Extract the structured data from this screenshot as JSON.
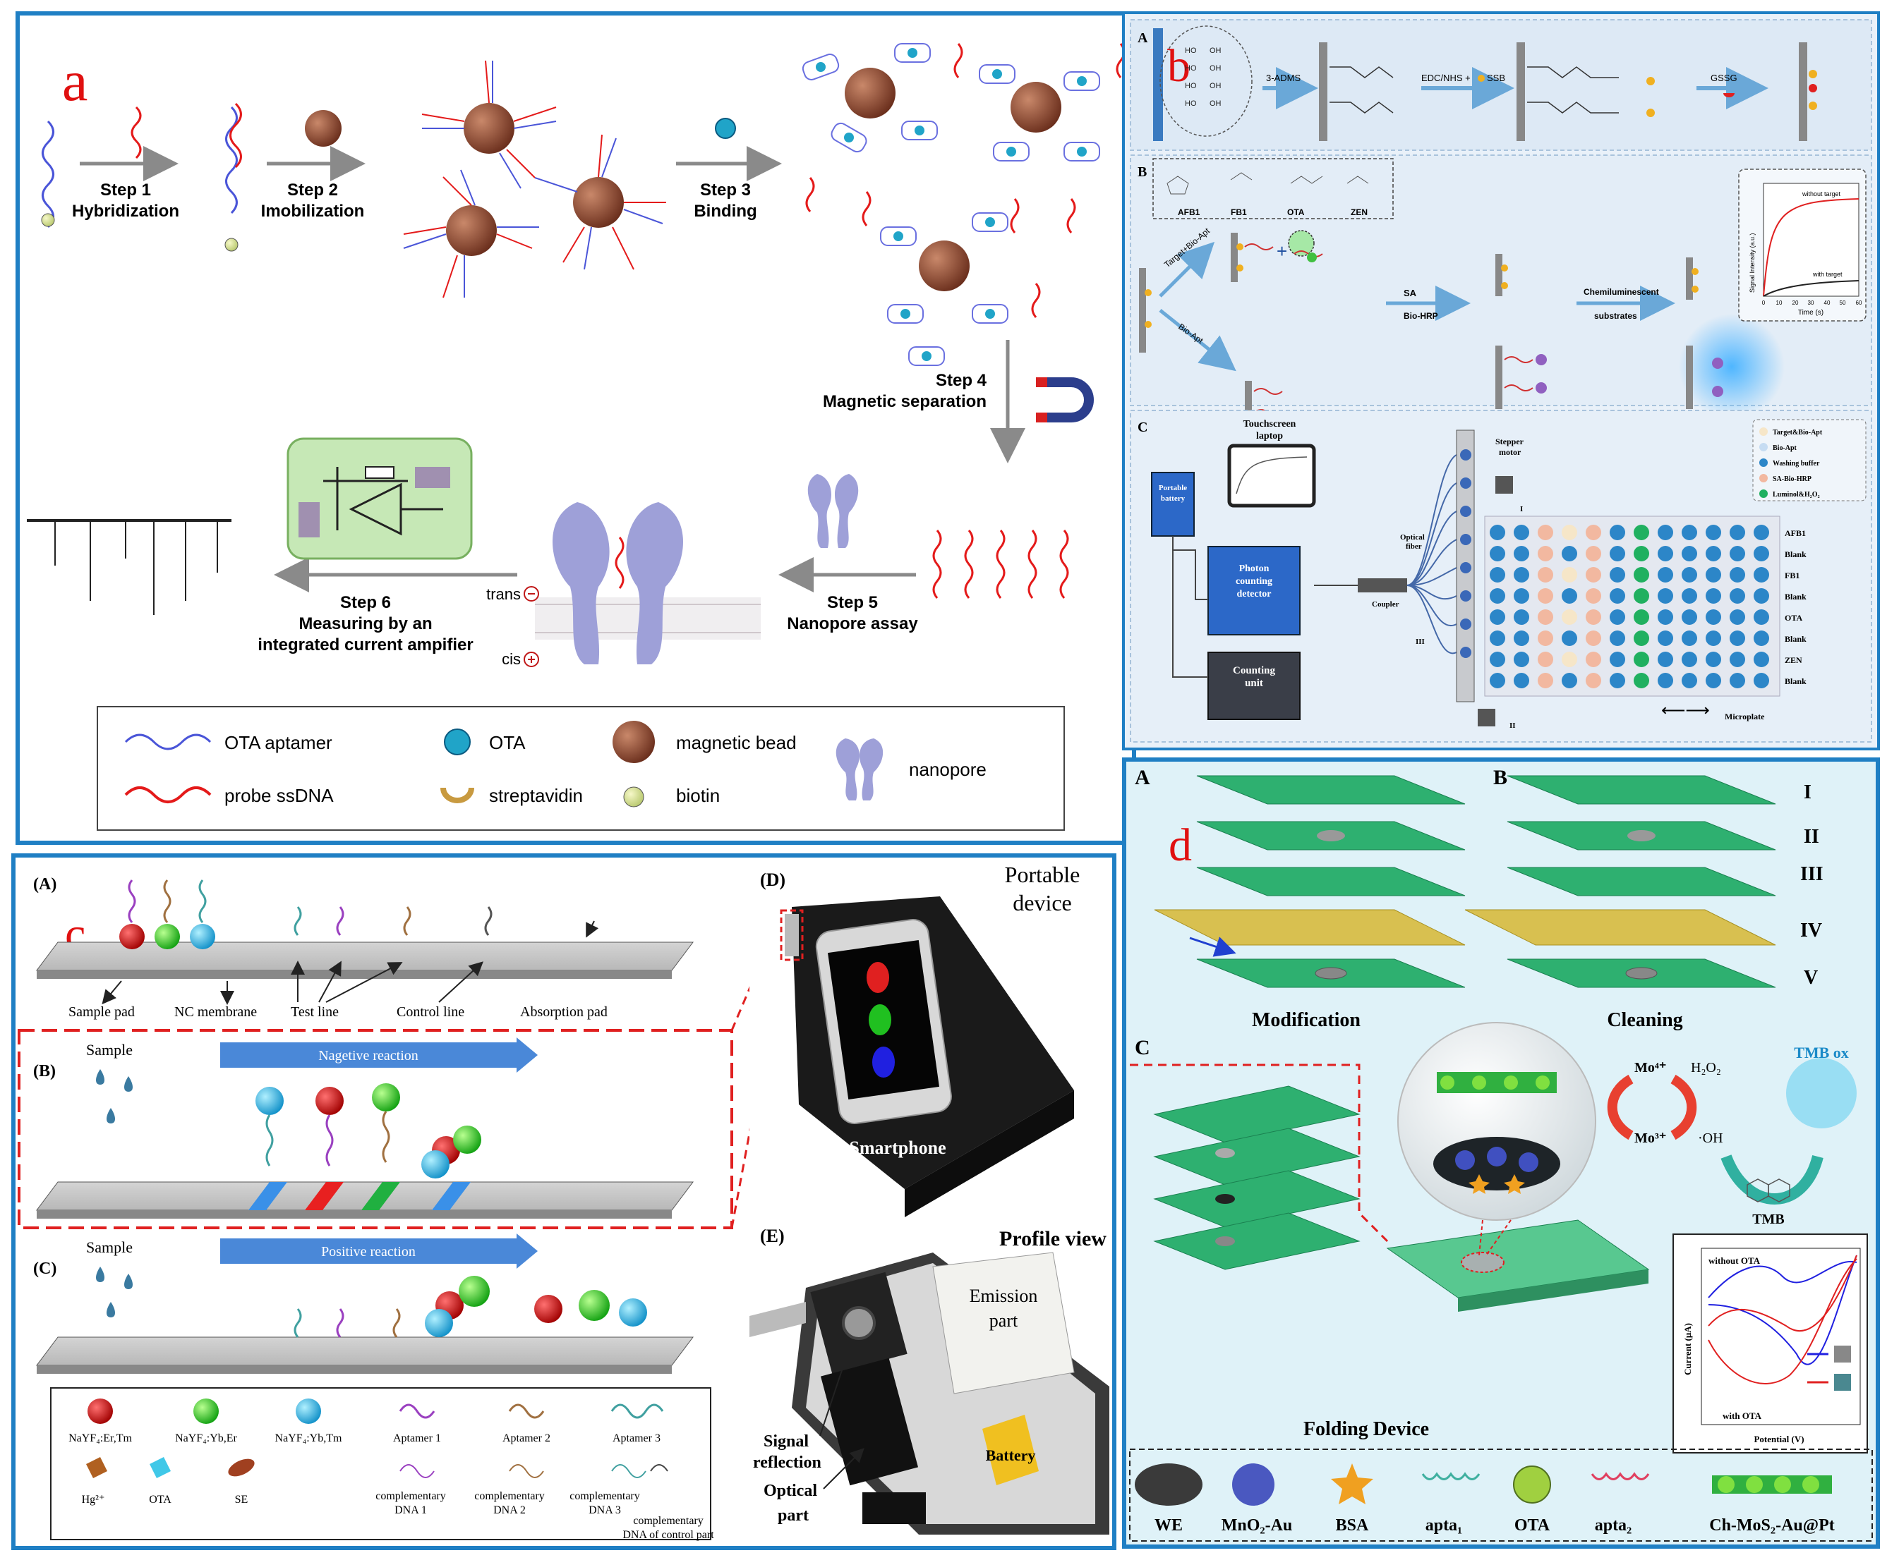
{
  "panel_a": {
    "letter": "a",
    "steps": [
      {
        "num": "Step 1",
        "name": "Hybridization"
      },
      {
        "num": "Step 2",
        "name": "Imobilization"
      },
      {
        "num": "Step 3",
        "name": "Binding"
      },
      {
        "num": "Step 4",
        "name": "Magnetic separation"
      },
      {
        "num": "Step 5",
        "name": "Nanopore assay"
      },
      {
        "num": "Step 6",
        "name": "Measuring by an",
        "name2": "integrated current ampifier"
      }
    ],
    "trans": "trans",
    "cis": "cis",
    "legend": [
      "OTA aptamer",
      "probe ssDNA",
      "OTA",
      "streptavidin",
      "magnetic bead",
      "biotin",
      "nanopore"
    ]
  },
  "panel_b": {
    "letter": "b",
    "sub_a": "A",
    "sub_b": "B",
    "sub_c": "C",
    "reagents": [
      "3-ADMS",
      "EDC/NHS +",
      "SSB",
      "GSSG"
    ],
    "toxins": [
      "AFB1",
      "FB1",
      "OTA",
      "ZEN"
    ],
    "flow": [
      "Target+Bio-Apt",
      "Bio-Apt",
      "SA",
      "Bio-HRP",
      "Chemiluminescent",
      "substrates"
    ],
    "graph": {
      "ylabel": "Signal Intensity (a.u.)",
      "xlabel": "Time (s)",
      "ticks": [
        "0",
        "10",
        "20",
        "30",
        "40",
        "50",
        "60"
      ],
      "without": "without target",
      "with": "with target"
    },
    "device": {
      "laptop": "Touchscreen",
      "laptop2": "laptop",
      "battery": "Portable",
      "battery2": "battery",
      "detector": "Photon",
      "detector2": "counting",
      "detector3": "detector",
      "counter": "Counting",
      "counter2": "unit",
      "fiber": "Optical",
      "fiber2": "fiber",
      "coupler": "Coupler",
      "motor": "Stepper",
      "motor2": "motor",
      "plate": "Microplate",
      "r1": "I",
      "r2": "II",
      "r3": "III"
    },
    "well_legend": [
      "Target&Bio-Apt",
      "Bio-Apt",
      "Washing buffer",
      "SA-Bio-HRP",
      "Luminol&H₂O₂"
    ],
    "rows": [
      "AFB1",
      "Blank",
      "FB1",
      "Blank",
      "OTA",
      "Blank",
      "ZEN",
      "Blank"
    ]
  },
  "panel_c": {
    "letter": "c",
    "A": "(A)",
    "B": "(B)",
    "C": "(C)",
    "D": "(D)",
    "E": "(E)",
    "strip_labels": [
      "Sample pad",
      "NC membrane",
      "Test line",
      "Control line",
      "Absorption pad"
    ],
    "sample": "Sample",
    "negative": "Nagetive reaction",
    "positive": "Positive reaction",
    "portable": "Portable",
    "portable2": "device",
    "smartphone": "Smartphone",
    "profile": "Profile view",
    "emission": "Emission",
    "emission2": "part",
    "battery": "Battery",
    "signal": "Signal",
    "signal2": "reflection",
    "optical": "Optical",
    "optical2": "part",
    "legend": [
      "NaYF₄:Er,Tm",
      "NaYF₄:Yb,Er",
      "NaYF₄:Yb,Tm",
      "Aptamer 1",
      "Aptamer 2",
      "Aptamer 3",
      "Hg²⁺",
      "OTA",
      "SE",
      "complementary",
      "DNA 1",
      "complementary",
      "DNA 2",
      "complementary",
      "DNA 3",
      "complementary",
      "DNA of control part"
    ]
  },
  "panel_d": {
    "letter": "d",
    "A": "A",
    "B": "B",
    "C": "C",
    "layers": [
      "I",
      "II",
      "III",
      "IV",
      "V"
    ],
    "modification": "Modification",
    "cleaning": "Cleaning",
    "folding": "Folding Device",
    "chem": {
      "mo4": "Mo⁴⁺",
      "mo3": "Mo³⁺",
      "h2o2": "H₂O₂",
      "oh": "·OH",
      "tmbox": "TMB ox",
      "tmb": "TMB"
    },
    "cv": {
      "without": "without OTA",
      "with": "with OTA",
      "ylabel": "Current (μA)",
      "xlabel": "Potential (V)"
    },
    "legend": [
      "WE",
      "MnO₂-Au",
      "BSA",
      "apta₁",
      "OTA",
      "apta₂",
      "Ch-MoS₂-Au@Pt"
    ]
  }
}
